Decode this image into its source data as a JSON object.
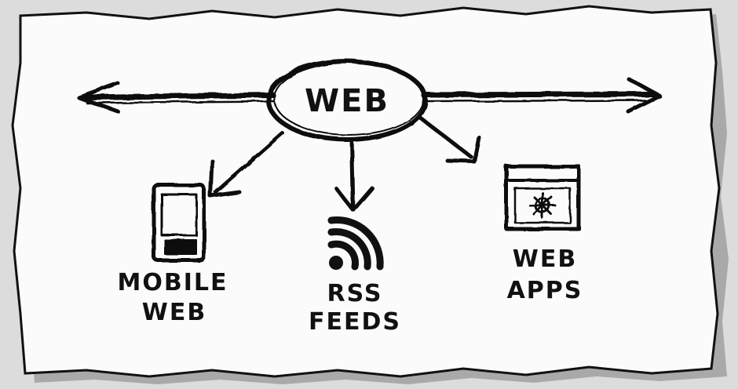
{
  "colors": {
    "background": "#dcdcdc",
    "paper": "#fbfbfb",
    "ink": "#111111",
    "shadow": "#a9a9a9"
  },
  "diagram": {
    "center_label": "WEB",
    "nodes": [
      {
        "id": "mobile",
        "line1": "MOBILE",
        "line2": "WEB",
        "icon": "mobile-phone-icon"
      },
      {
        "id": "rss",
        "line1": "RSS",
        "line2": "FEEDS",
        "icon": "rss-feed-icon"
      },
      {
        "id": "apps",
        "line1": "WEB",
        "line2": "APPS",
        "icon": "web-app-window-icon"
      }
    ],
    "horizontal_arrow": "double-headed"
  }
}
